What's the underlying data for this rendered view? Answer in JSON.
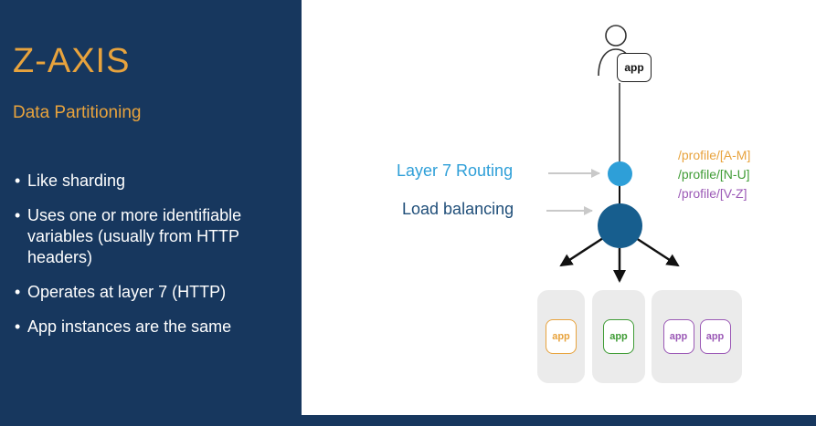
{
  "slide": {
    "title": "Z-AXIS",
    "subtitle": "Data Partitioning",
    "bullets": [
      "Like sharding",
      "Uses one or more identifiable variables (usually from HTTP headers)",
      "Operates at layer 7 (HTTP)",
      "App instances are the same"
    ]
  },
  "diagram": {
    "client": {
      "app_label": "app"
    },
    "router_label": "Layer 7 Routing",
    "balancer_label": "Load balancing",
    "routes": [
      {
        "text": "/profile/[A-M]",
        "color": "#e8a33d"
      },
      {
        "text": "/profile/[N-U]",
        "color": "#3f9c35"
      },
      {
        "text": "/profile/[V-Z]",
        "color": "#9b59b6"
      }
    ],
    "shards": [
      {
        "apps": [
          {
            "label": "app",
            "color": "#e8a33d"
          }
        ]
      },
      {
        "apps": [
          {
            "label": "app",
            "color": "#3f9c35"
          }
        ]
      },
      {
        "apps": [
          {
            "label": "app",
            "color": "#9b59b6"
          },
          {
            "label": "app",
            "color": "#9b59b6"
          }
        ]
      }
    ]
  },
  "colors": {
    "panel_navy": "#17375e",
    "accent_orange": "#e8a33d",
    "routing_blue": "#2e9fd8",
    "balancer_navy": "#1f4e79",
    "node_light_blue": "#2e9fd8",
    "node_dark_blue": "#175e8e",
    "green": "#3f9c35",
    "purple": "#9b59b6",
    "card_gray": "#ebebeb"
  }
}
